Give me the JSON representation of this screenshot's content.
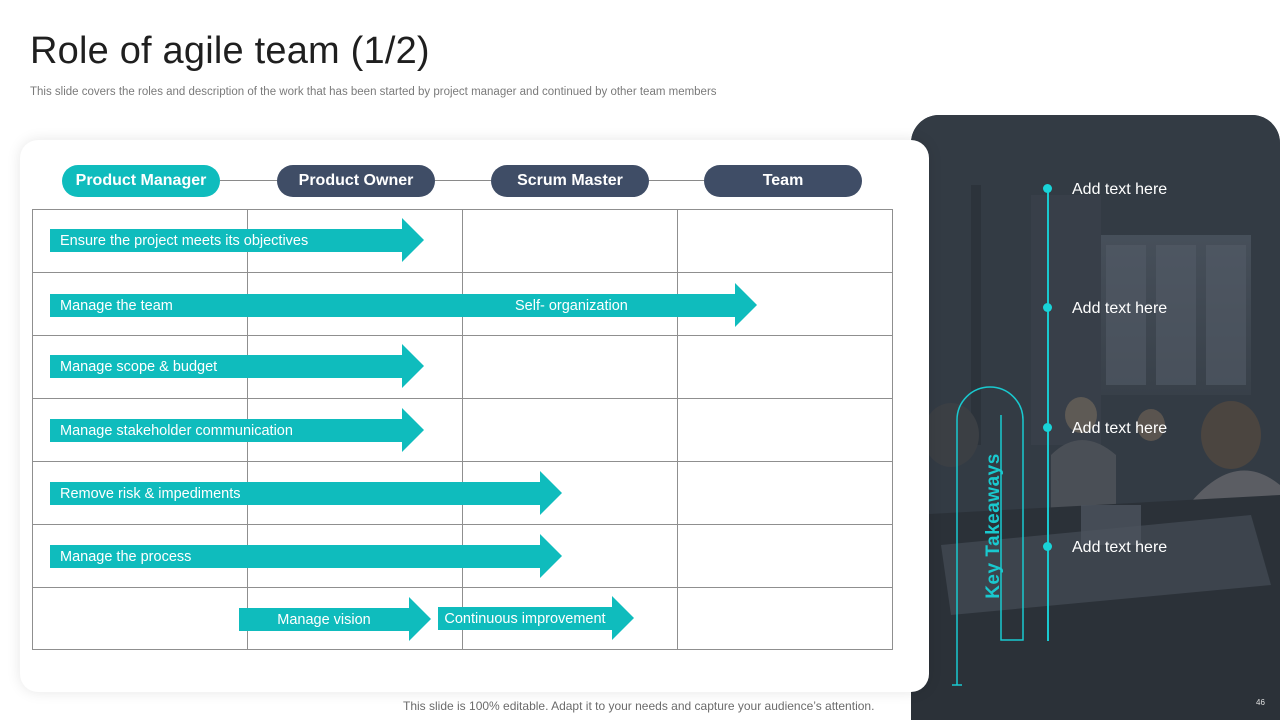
{
  "title": "Role of agile team (1/2)",
  "subtitle": "This slide covers the roles and description of the work that has been started by project manager and continued by other team members",
  "roles": [
    {
      "label": "Product Manager"
    },
    {
      "label": "Product Owner"
    },
    {
      "label": "Scrum Master"
    },
    {
      "label": "Team"
    }
  ],
  "rows": [
    {
      "arrows": [
        {
          "label": "Ensure the project meets its objectives"
        }
      ]
    },
    {
      "arrows": [
        {
          "label": "Manage the team",
          "extra": "Self- organization"
        }
      ]
    },
    {
      "arrows": [
        {
          "label": "Manage scope & budget"
        }
      ]
    },
    {
      "arrows": [
        {
          "label": "Manage stakeholder communication"
        }
      ]
    },
    {
      "arrows": [
        {
          "label": "Remove risk & impediments"
        }
      ]
    },
    {
      "arrows": [
        {
          "label": "Manage the process"
        }
      ]
    },
    {
      "arrows": [
        {
          "label": "Manage vision"
        },
        {
          "label": "Continuous improvement"
        }
      ]
    }
  ],
  "takeaways": {
    "heading": "Key Takeaways",
    "items": [
      "Add text here",
      "Add text here",
      "Add text here",
      "Add text here"
    ]
  },
  "footer": "This slide is 100% editable. Adapt it to your needs and capture your audience’s attention.",
  "page_number": "46",
  "colors": {
    "teal": "#0fbcbd",
    "slate": "#3f4d66",
    "accent": "#19c9cf"
  }
}
